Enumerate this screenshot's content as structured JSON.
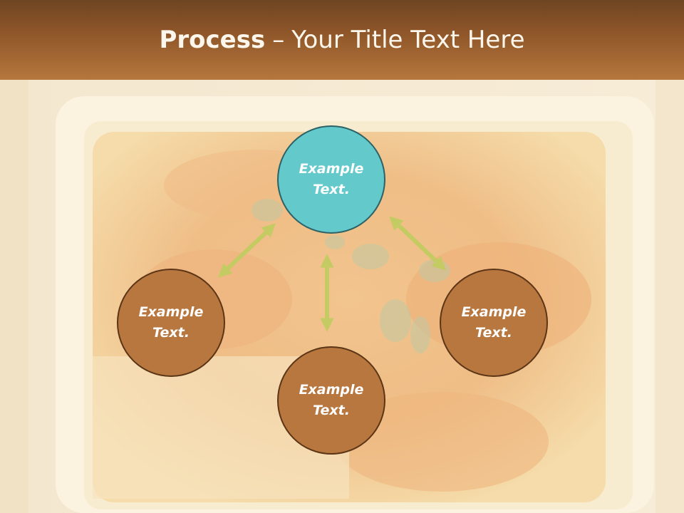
{
  "slide": {
    "title_bold": "Process",
    "title_sep": "–",
    "title_rest": "Your Title Text Here"
  },
  "nodes": {
    "top": "Example\nText.",
    "left": "Example\nText.",
    "bottom": "Example\nText.",
    "right": "Example\nText."
  },
  "colors": {
    "header": "#91582a",
    "center_node": "#64c9cb",
    "outer_node": "#b7773f",
    "arrow": "#c3cb62"
  }
}
